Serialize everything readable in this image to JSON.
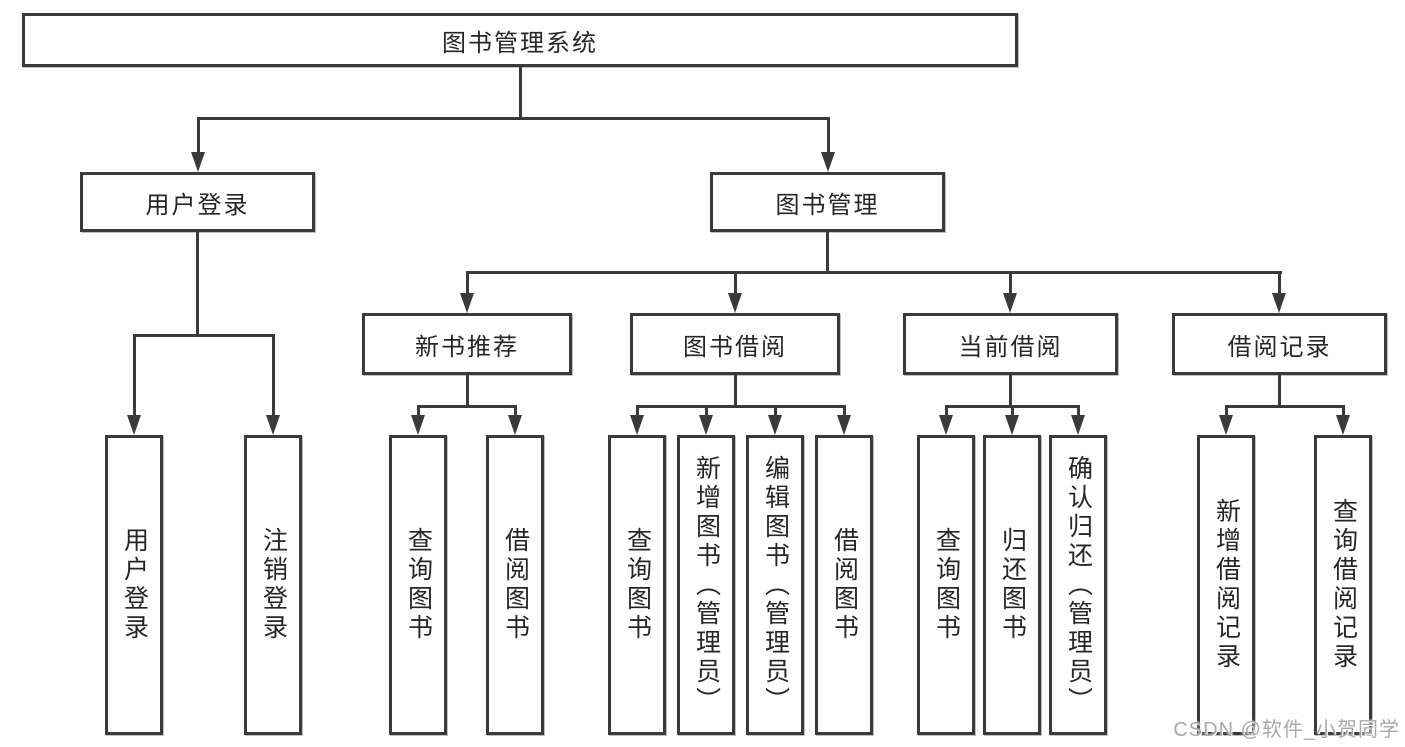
{
  "colors": {
    "line": "#3a3a3a",
    "text": "#262626",
    "background": "#ffffff",
    "watermark": "#a8a8a8"
  },
  "diagram": {
    "root": {
      "label": "图书管理系统"
    },
    "level2": [
      {
        "label": "用户登录"
      },
      {
        "label": "图书管理"
      }
    ],
    "level3": [
      {
        "label": "新书推荐"
      },
      {
        "label": "图书借阅"
      },
      {
        "label": "当前借阅"
      },
      {
        "label": "借阅记录"
      }
    ],
    "leaves": {
      "user_login": [
        "用户登录",
        "注销登录"
      ],
      "new_book_recommend": [
        "查询图书",
        "借阅图书"
      ],
      "book_borrow": [
        "查询图书",
        "新增图书（管理员）",
        "编辑图书（管理员）",
        "借阅图书"
      ],
      "current_borrow": [
        "查询图书",
        "归还图书",
        "确认归还（管理员）"
      ],
      "borrow_records": [
        "新增借阅记录",
        "查询借阅记录"
      ]
    }
  },
  "watermark": {
    "text": "CSDN @软件_小贺同学"
  }
}
